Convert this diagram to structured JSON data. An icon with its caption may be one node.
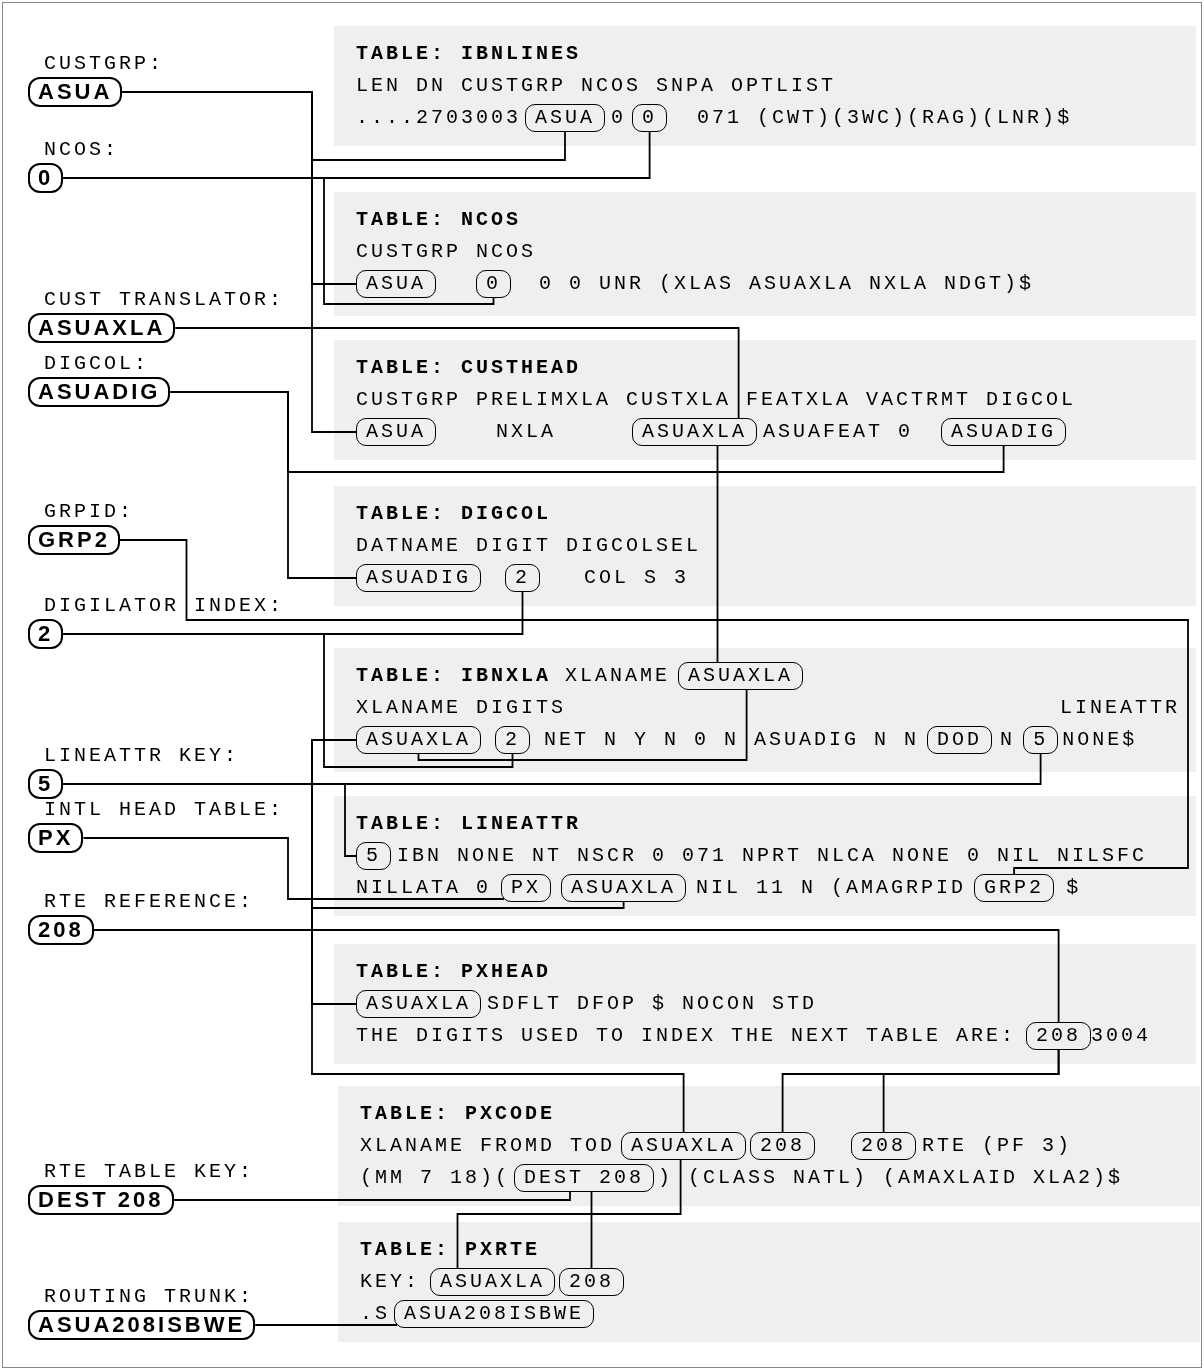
{
  "diagram": {
    "nodes": [
      {
        "text": [
          "ASUA"
        ],
        "beside": [
          "CUSTGRP:"
        ]
      },
      {
        "text": [
          "TABLE: IBNLINES",
          "LEN DN CUSTGRP NCOS SNPA OPTLIST",
          "....2703003",
          "0",
          "071 (CWT)(3WC)(RAG)(LNR)$"
        ]
      },
      {
        "text": [
          "ASUA"
        ],
        "in": 1
      },
      {
        "text": [
          "0"
        ],
        "in": 1
      },
      {
        "text": [
          "0"
        ],
        "beside": [
          "NCOS:"
        ]
      },
      {
        "text": [
          "TABLE: NCOS",
          "CUSTGRP NCOS",
          "0 0 UNR (XLAS ASUAXLA NXLA NDGT)$"
        ]
      },
      {
        "text": [
          "ASUA"
        ],
        "in": 5
      },
      {
        "text": [
          "0"
        ],
        "in": 5
      },
      {
        "text": [
          "ASUAXLA"
        ],
        "beside": [
          "CUST TRANSLATOR:"
        ]
      },
      {
        "text": [
          "ASUADIG"
        ],
        "beside": [
          "DIGCOL:"
        ]
      },
      {
        "text": [
          "TABLE: CUSTHEAD",
          "CUSTGRP PRELIMXLA CUSTXLA FEATXLA VACTRMT DIGCOL",
          "NXLA",
          "ASUAFEAT 0"
        ]
      },
      {
        "text": [
          "ASUA"
        ],
        "in": 10
      },
      {
        "text": [
          "ASUAXLA"
        ],
        "in": 10
      },
      {
        "text": [
          "ASUADIG"
        ],
        "in": 10
      },
      {
        "text": [
          "GRP2"
        ],
        "beside": [
          "GRPID:"
        ]
      },
      {
        "text": [
          "TABLE: DIGCOL",
          "DATNAME DIGIT DIGCOLSEL",
          "COL S 3"
        ]
      },
      {
        "text": [
          "ASUADIG"
        ],
        "in": 15
      },
      {
        "text": [
          "2"
        ],
        "in": 15
      },
      {
        "text": [
          "2"
        ],
        "beside": [
          "DIGILATOR INDEX:"
        ]
      },
      {
        "text": [
          "TABLE: IBNXLA",
          "XLANAME",
          "XLANAME DIGITS",
          "LINEATTR",
          "NET N Y N 0 N ASUADIG N N",
          "N",
          "NONE$"
        ]
      },
      {
        "text": [
          "ASUAXLA"
        ],
        "in": 19
      },
      {
        "text": [
          "ASUAXLA"
        ],
        "in": 19
      },
      {
        "text": [
          "2"
        ],
        "in": 19
      },
      {
        "text": [
          "DOD"
        ],
        "in": 19
      },
      {
        "text": [
          "5"
        ],
        "in": 19
      },
      {
        "text": [
          "5"
        ],
        "beside": [
          "LINEATTR KEY:"
        ]
      },
      {
        "text": [
          "PX"
        ],
        "beside": [
          "INTL HEAD TABLE:"
        ]
      },
      {
        "text": [
          "TABLE: LINEATTR",
          "IBN NONE NT NSCR 0 071 NPRT NLCA NONE 0 NIL NILSFC",
          "NILLATA 0",
          "NIL 11 N (AMAGRPID",
          "$"
        ]
      },
      {
        "text": [
          "5"
        ],
        "in": 27
      },
      {
        "text": [
          "PX"
        ],
        "in": 27
      },
      {
        "text": [
          "ASUAXLA"
        ],
        "in": 27
      },
      {
        "text": [
          "GRP2"
        ],
        "in": 27
      },
      {
        "text": [
          "208"
        ],
        "beside": [
          "RTE REFERENCE:"
        ]
      },
      {
        "text": [
          "TABLE: PXHEAD",
          "SDFLT DFOP $ NOCON STD",
          "THE DIGITS USED TO INDEX THE NEXT TABLE ARE:",
          "3004"
        ]
      },
      {
        "text": [
          "ASUAXLA"
        ],
        "in": 33
      },
      {
        "text": [
          "208"
        ],
        "in": 33
      },
      {
        "text": [
          "TABLE: PXCODE",
          "XLANAME FROMD TOD",
          "RTE (PF 3)",
          "(MM 7 18)(",
          ") (CLASS NATL) (AMAXLAID XLA2)$"
        ]
      },
      {
        "text": [
          "ASUAXLA"
        ],
        "in": 36
      },
      {
        "text": [
          "208"
        ],
        "in": 36
      },
      {
        "text": [
          "208"
        ],
        "in": 36
      },
      {
        "text": [
          "DEST 208"
        ],
        "in": 36
      },
      {
        "text": [
          "DEST 208"
        ],
        "beside": [
          "RTE TABLE KEY:"
        ]
      },
      {
        "text": [
          "TABLE: PXRTE",
          "KEY:",
          ".S"
        ]
      },
      {
        "text": [
          "ASUAXLA"
        ],
        "in": 42
      },
      {
        "text": [
          "208"
        ],
        "in": 42
      },
      {
        "text": [
          "ASUA208ISBWE"
        ],
        "in": 42
      },
      {
        "text": [
          "ASUA208ISBWE"
        ],
        "beside": [
          "ROUTING TRUNK:"
        ]
      }
    ],
    "edges": [
      {
        "from": 0,
        "to": 2,
        "arrow": "none"
      },
      {
        "from": 0,
        "to": 6,
        "arrow": "none"
      },
      {
        "from": 0,
        "to": 11,
        "arrow": "none"
      },
      {
        "from": 4,
        "to": 3,
        "arrow": "none"
      },
      {
        "from": 4,
        "to": 7,
        "arrow": "none"
      },
      {
        "from": 8,
        "to": 12,
        "arrow": "none"
      },
      {
        "from": 12,
        "to": 20,
        "arrow": "none"
      },
      {
        "from": 9,
        "to": 16,
        "arrow": "none"
      },
      {
        "from": 9,
        "to": 13,
        "arrow": "none"
      },
      {
        "from": 14,
        "to": 31,
        "arrow": "none"
      },
      {
        "from": 18,
        "to": 17,
        "arrow": "none"
      },
      {
        "from": 18,
        "to": 22,
        "arrow": "none"
      },
      {
        "from": 21,
        "to": 20,
        "arrow": "none"
      },
      {
        "from": 25,
        "to": 24,
        "arrow": "none"
      },
      {
        "from": 25,
        "to": 28,
        "arrow": "none"
      },
      {
        "from": 26,
        "to": 29,
        "arrow": "none"
      },
      {
        "from": 21,
        "to": 30,
        "arrow": "none"
      },
      {
        "from": 21,
        "to": 34,
        "arrow": "none"
      },
      {
        "from": 21,
        "to": 37,
        "arrow": "none"
      },
      {
        "from": 32,
        "to": 35,
        "arrow": "none"
      },
      {
        "from": 35,
        "to": 38,
        "arrow": "none"
      },
      {
        "from": 35,
        "to": 39,
        "arrow": "none"
      },
      {
        "from": 41,
        "to": 40,
        "arrow": "none"
      },
      {
        "from": 40,
        "to": 44,
        "arrow": "none"
      },
      {
        "from": 37,
        "to": 43,
        "arrow": "none"
      },
      {
        "from": 46,
        "to": 45,
        "arrow": "none"
      }
    ]
  }
}
